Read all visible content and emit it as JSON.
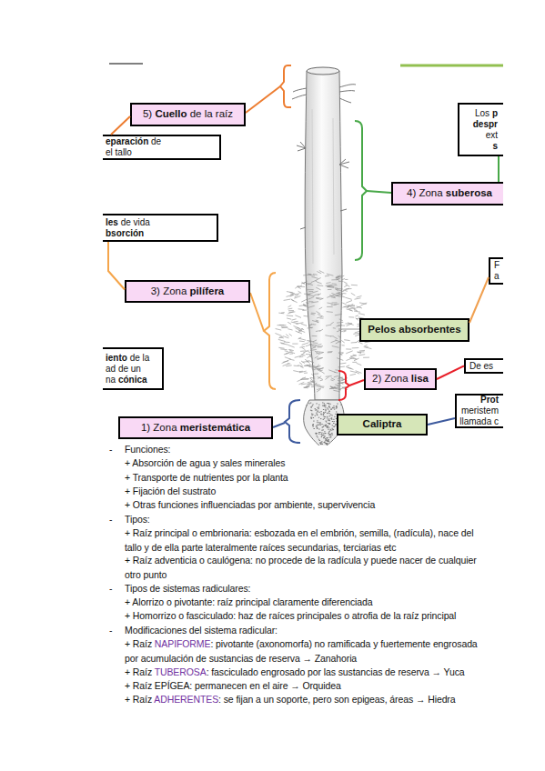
{
  "diagram": {
    "nodes": [
      {
        "text": [
          "5) Cuello de la raíz"
        ]
      },
      {
        "text": [
          "Los p despr ext s"
        ]
      },
      {
        "text": [
          "eparación de el tallo"
        ]
      },
      {
        "text": [
          "4) Zona suberosa"
        ]
      },
      {
        "text": [
          "les de vida bsorción"
        ]
      },
      {
        "text": [
          "F a"
        ]
      },
      {
        "text": [
          "3) Zona pilífera"
        ]
      },
      {
        "text": [
          "Pelos absorbentes"
        ]
      },
      {
        "text": [
          "iento de la ad de un na cónica"
        ]
      },
      {
        "text": [
          "De es"
        ]
      },
      {
        "text": [
          "2) Zona lisa"
        ]
      },
      {
        "text": [
          "Prot meristem llamada c"
        ]
      },
      {
        "text": [
          "Caliptra"
        ]
      },
      {
        "text": [
          "1) Zona meristemática"
        ]
      }
    ],
    "edges": [
      {
        "from": 0,
        "to": 2,
        "arrow": "none"
      },
      {
        "from": 3,
        "to": 1,
        "arrow": "none"
      },
      {
        "from": 6,
        "to": 4,
        "arrow": "none"
      },
      {
        "from": 7,
        "to": 5,
        "arrow": "none"
      },
      {
        "from": 10,
        "to": 9,
        "arrow": "none"
      },
      {
        "from": 12,
        "to": 11,
        "arrow": "none"
      }
    ],
    "labels": [
      "-",
      "Funciones:",
      "+ Absorción de agua y sales minerales",
      "+ Transporte de nutrientes por la planta",
      "+ Fijación del sustrato",
      "+ Otras funciones influenciadas por ambiente, supervivencia",
      "-",
      "Tipos:",
      "+ Raíz principal o embrionaria: esbozada en el embrión, semilla, (radícula), nace del tallo y de ella parte lateralmente raíces secundarias, terciarias etc",
      "+ Raíz adventicia o caulógena: no procede de la radícula y puede nacer de cualquier otro punto",
      "-",
      "Tipos de sistemas radiculares:",
      "+ Alorrizo o pivotante: raíz principal claramente diferenciada",
      "+ Homorrizo o fasciculado: haz de raíces principales o atrofia de la raíz principal",
      "-",
      "Modificaciones del sistema radicular:",
      "+ Raíz NAPIFORME: pivotante (axonomorfa) no ramificada y fuertemente engrosada por acumulación de sustancias de reserva → Zanahoria",
      "+ Raíz TUBEROSA: fasciculado engrosado por las sustancias de reserva → Yuca",
      "+ Raíz EPÍGEA: permanecen en el aire → Orquidea",
      "+ Raíz ADHERENTES: se fijan a un soporte, pero son epigeas, áreas → Hiedra"
    ]
  }
}
